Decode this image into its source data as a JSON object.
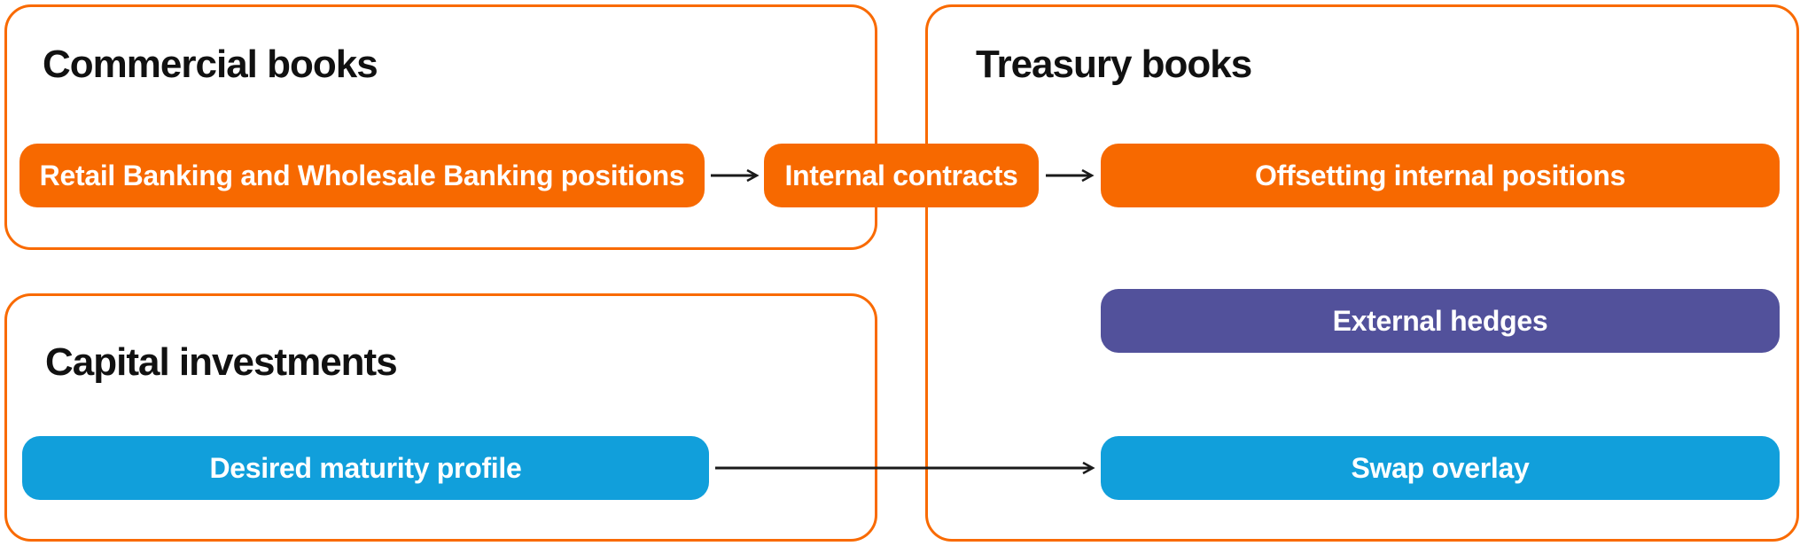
{
  "diagram": {
    "panels": [
      {
        "id": "commercial",
        "title": "Commercial books"
      },
      {
        "id": "capital",
        "title": "Capital investments"
      },
      {
        "id": "treasury",
        "title": "Treasury books"
      }
    ],
    "nodes": [
      {
        "id": "retail",
        "label": "Retail Banking and Wholesale Banking positions",
        "color": "orange",
        "panel": "commercial"
      },
      {
        "id": "internal-contracts",
        "label": "Internal contracts",
        "color": "orange",
        "panel": "between-commercial-and-treasury"
      },
      {
        "id": "offsetting",
        "label": "Offsetting internal positions",
        "color": "orange",
        "panel": "treasury"
      },
      {
        "id": "external-hedges",
        "label": "External hedges",
        "color": "purple",
        "panel": "treasury"
      },
      {
        "id": "desired-maturity",
        "label": "Desired maturity profile",
        "color": "blue",
        "panel": "capital"
      },
      {
        "id": "swap-overlay",
        "label": "Swap overlay",
        "color": "blue",
        "panel": "treasury"
      }
    ],
    "edges": [
      {
        "from": "retail",
        "to": "internal-contracts"
      },
      {
        "from": "internal-contracts",
        "to": "offsetting"
      },
      {
        "from": "desired-maturity",
        "to": "swap-overlay"
      }
    ]
  },
  "colors": {
    "node_orange": "#F76900",
    "node_purple": "#52519B",
    "node_blue": "#119FDB",
    "panel_border": "#F96A00",
    "arrow": "#1a1a1a",
    "title_text": "#111111",
    "box_text": "#ffffff"
  }
}
